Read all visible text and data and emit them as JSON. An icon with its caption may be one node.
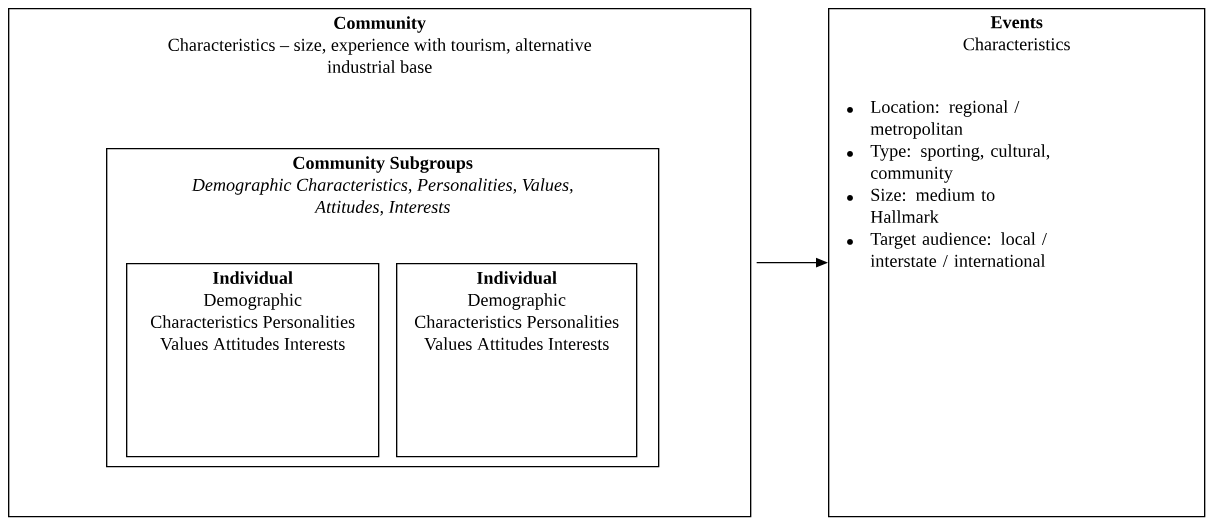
{
  "diagram": {
    "nodes": [
      {
        "text": [
          "Community",
          "Characteristics – size, experience with tourism, alternative industrial base"
        ]
      },
      {
        "text": [
          "Community Subgroups",
          "Demographic Characteristics, Personalities, Values, Attitudes, Interests"
        ],
        "in": 0
      },
      {
        "text": [
          "Individual",
          "Demographic Characteristics Personalities Values Attitudes Interests"
        ],
        "in": 1
      },
      {
        "text": [
          "Individual",
          "Demographic Characteristics Personalities Values Attitudes Interests"
        ],
        "in": 1
      },
      {
        "text": [
          "Events",
          "Characteristics",
          "Location: regional / metropolitan",
          "Type: sporting, cultural, community",
          "Size: medium to Hallmark",
          "Target audience: local / interstate / international"
        ]
      }
    ],
    "edges": [
      {
        "from": 0,
        "to": 4,
        "arrow": "to"
      }
    ]
  }
}
